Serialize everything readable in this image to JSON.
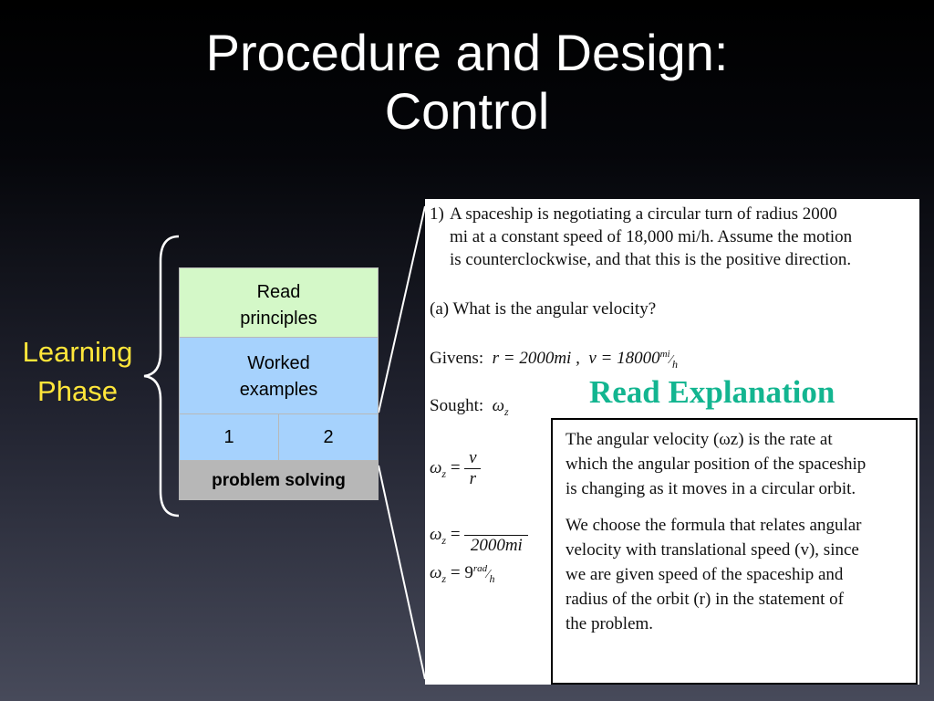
{
  "slide": {
    "title_line1": "Procedure and Design:",
    "title_line2": "Control"
  },
  "learning_phase": {
    "line1": "Learning",
    "line2": "Phase"
  },
  "stack": {
    "read_line1": "Read",
    "read_line2": "principles",
    "worked_line1": "Worked",
    "worked_line2": "examples",
    "example_1": "1",
    "example_2": "2",
    "problem_solving": "problem solving"
  },
  "problem": {
    "number": "1)",
    "text_lines": [
      "A spaceship is negotiating a circular turn of radius 2000",
      "mi at a constant speed of 18,000 mi/h. Assume the motion",
      "is counterclockwise, and that this is the positive direction."
    ],
    "question": "(a) What is the angular velocity?",
    "givens_label": "Givens:",
    "givens_r": "r = 2000mi ,",
    "givens_v": "v = 18000",
    "givens_v_unit_top": "mi",
    "givens_v_unit_bottom": "h",
    "sought_label": "Sought:",
    "omega": "ω",
    "omega_sub": "z",
    "eq1_num": "v",
    "eq1_den": "r",
    "eq2_den": "2000mi",
    "eq3_value": "9",
    "eq3_unit_top": "rad",
    "eq3_unit_bottom": "h"
  },
  "explanation": {
    "title": "Read Explanation",
    "para1": [
      "The angular velocity (ωz) is the rate at",
      "which the angular position of the spaceship",
      "is changing as it moves in a circular orbit."
    ],
    "para2": [
      "We choose the formula that relates angular",
      "velocity with translational speed (v), since",
      "we are given speed of the spaceship and",
      "radius of the orbit (r) in the statement of",
      "the problem."
    ]
  },
  "colors": {
    "phase_label": "#ffe63a",
    "read_block": "#d4f8c8",
    "worked_block": "#a6d2fd",
    "problem_block": "#b7b7b7",
    "explain_title": "#13b590"
  }
}
